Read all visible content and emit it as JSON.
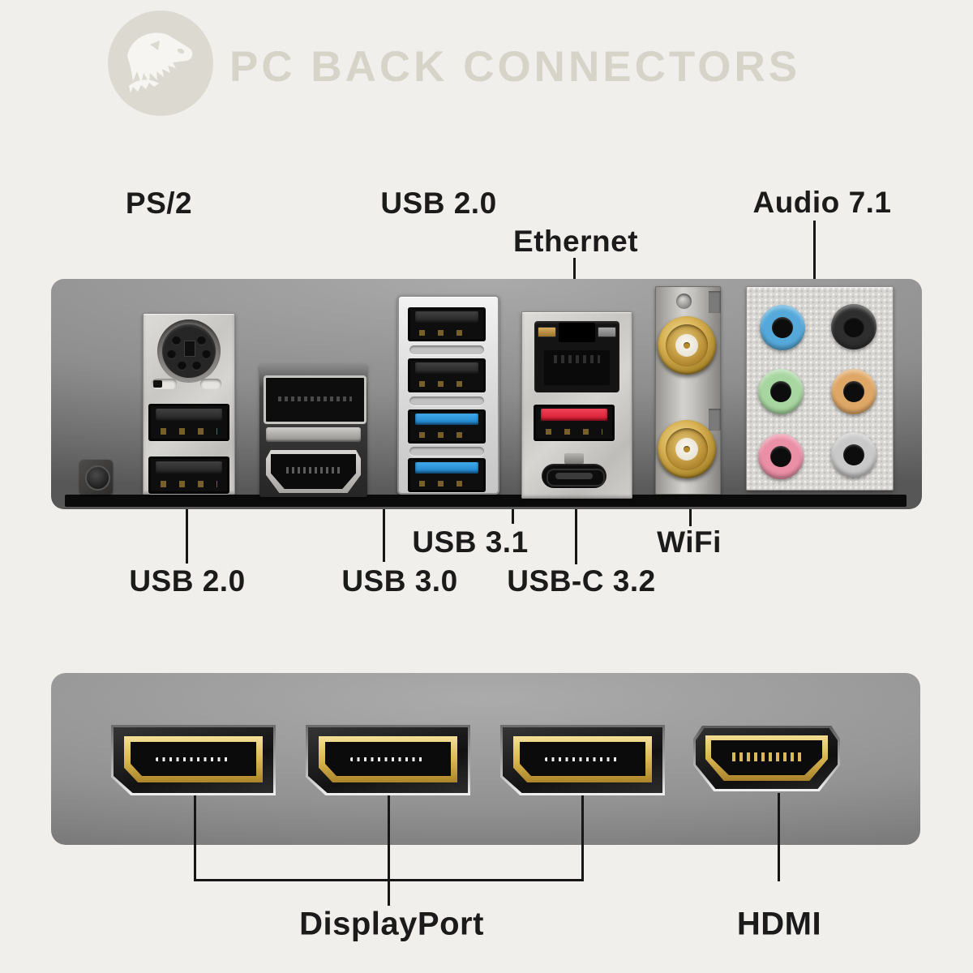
{
  "header": {
    "title": "PC BACK CONNECTORS",
    "logo": "t-rex-skull-logo"
  },
  "top_panel": {
    "labels_above": {
      "ps2": "PS/2",
      "usb20": "USB 2.0",
      "ethernet": "Ethernet",
      "audio": "Audio 7.1"
    },
    "labels_below": {
      "usb20": "USB 2.0",
      "usb31": "USB 3.1",
      "usb30": "USB 3.0",
      "usbc": "USB-C 3.2",
      "wifi": "WiFi"
    },
    "ports": [
      "ps2-port",
      "usb2-ports",
      "displayport-hdmi-combo",
      "usb2-usb3-stack",
      "ethernet-rj45",
      "usb31-red-port",
      "usbc-port",
      "wifi-sma-antenna-connectors",
      "audio-71-jacks"
    ]
  },
  "bottom_panel": {
    "labels": {
      "displayport": "DisplayPort",
      "hdmi": "HDMI"
    },
    "ports": [
      "displayport-1",
      "displayport-2",
      "displayport-3",
      "hdmi-port"
    ]
  },
  "colors": {
    "background": "#f0efec",
    "header_text": "#d6d3c8",
    "label_text": "#1b1b1b",
    "callout_line": "#161616",
    "panel_gray": "#8e8e8e",
    "usb20_tab": "#2d2d2d",
    "usb30_tab": "#2796e0",
    "usb31_tab": "#e62339",
    "gold": "#d9b852",
    "audio_jacks": {
      "blue": "#55a9da",
      "black": "#2e2e2e",
      "green": "#a8d6a0",
      "orange": "#dfa766",
      "pink": "#ea8fa5",
      "gray": "#c9c9c9"
    }
  }
}
